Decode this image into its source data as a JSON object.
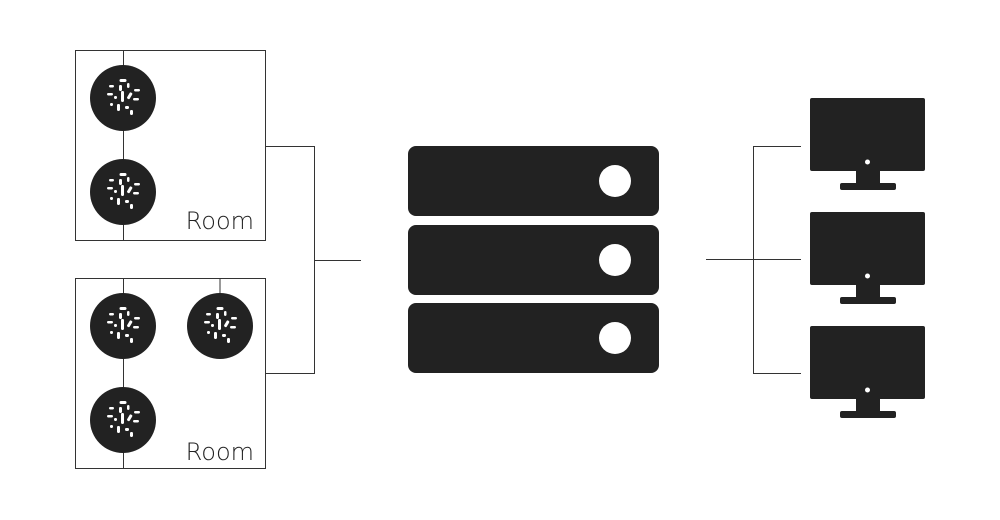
{
  "colors": {
    "ink": "#222222",
    "line": "#333333",
    "background": "#ffffff",
    "accent": "#ffffff"
  },
  "rooms": [
    {
      "label": "Room",
      "sensor_count": 2
    },
    {
      "label": "Room",
      "sensor_count": 3
    }
  ],
  "server": {
    "icon": "server-rack-icon",
    "unit_count": 3
  },
  "monitors": {
    "icon": "monitor-icon",
    "count": 3
  },
  "sensor_icon": "speaker-sensor-icon"
}
